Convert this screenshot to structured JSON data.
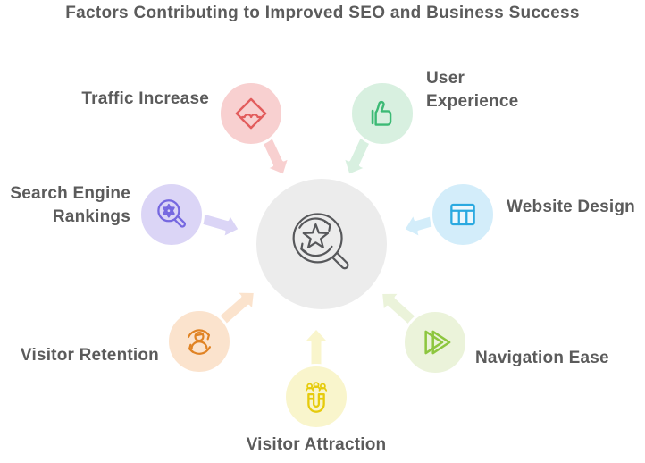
{
  "title": "Factors Contributing to Improved SEO and Business Success",
  "text_color": "#5b5b5b",
  "background": "#ffffff",
  "center": {
    "icon": "search-star-refresh-icon",
    "fill": "#ececec",
    "stroke": "#57585b"
  },
  "nodes": [
    {
      "label": "Traffic Increase",
      "icon": "speed-bump-sign-icon",
      "fill": "#f8d0d0",
      "stroke": "#e25c5c"
    },
    {
      "label": "User Experience",
      "icon": "thumbs-up-icon",
      "fill": "#d8f0e0",
      "stroke": "#3cba75"
    },
    {
      "label": "Search Engine Rankings",
      "icon": "magnifier-gear-icon",
      "fill": "#dbd5f6",
      "stroke": "#7668e0"
    },
    {
      "label": "Website Design",
      "icon": "browser-layout-icon",
      "fill": "#d3edfa",
      "stroke": "#2aa9e0"
    },
    {
      "label": "Visitor Retention",
      "icon": "user-cycle-icon",
      "fill": "#fbe3cd",
      "stroke": "#e08324"
    },
    {
      "label": "Navigation Ease",
      "icon": "fast-forward-icon",
      "fill": "#ebf3da",
      "stroke": "#8dc63f"
    },
    {
      "label": "Visitor Attraction",
      "icon": "magnet-people-icon",
      "fill": "#f9f5cc",
      "stroke": "#e6cb0c"
    }
  ]
}
